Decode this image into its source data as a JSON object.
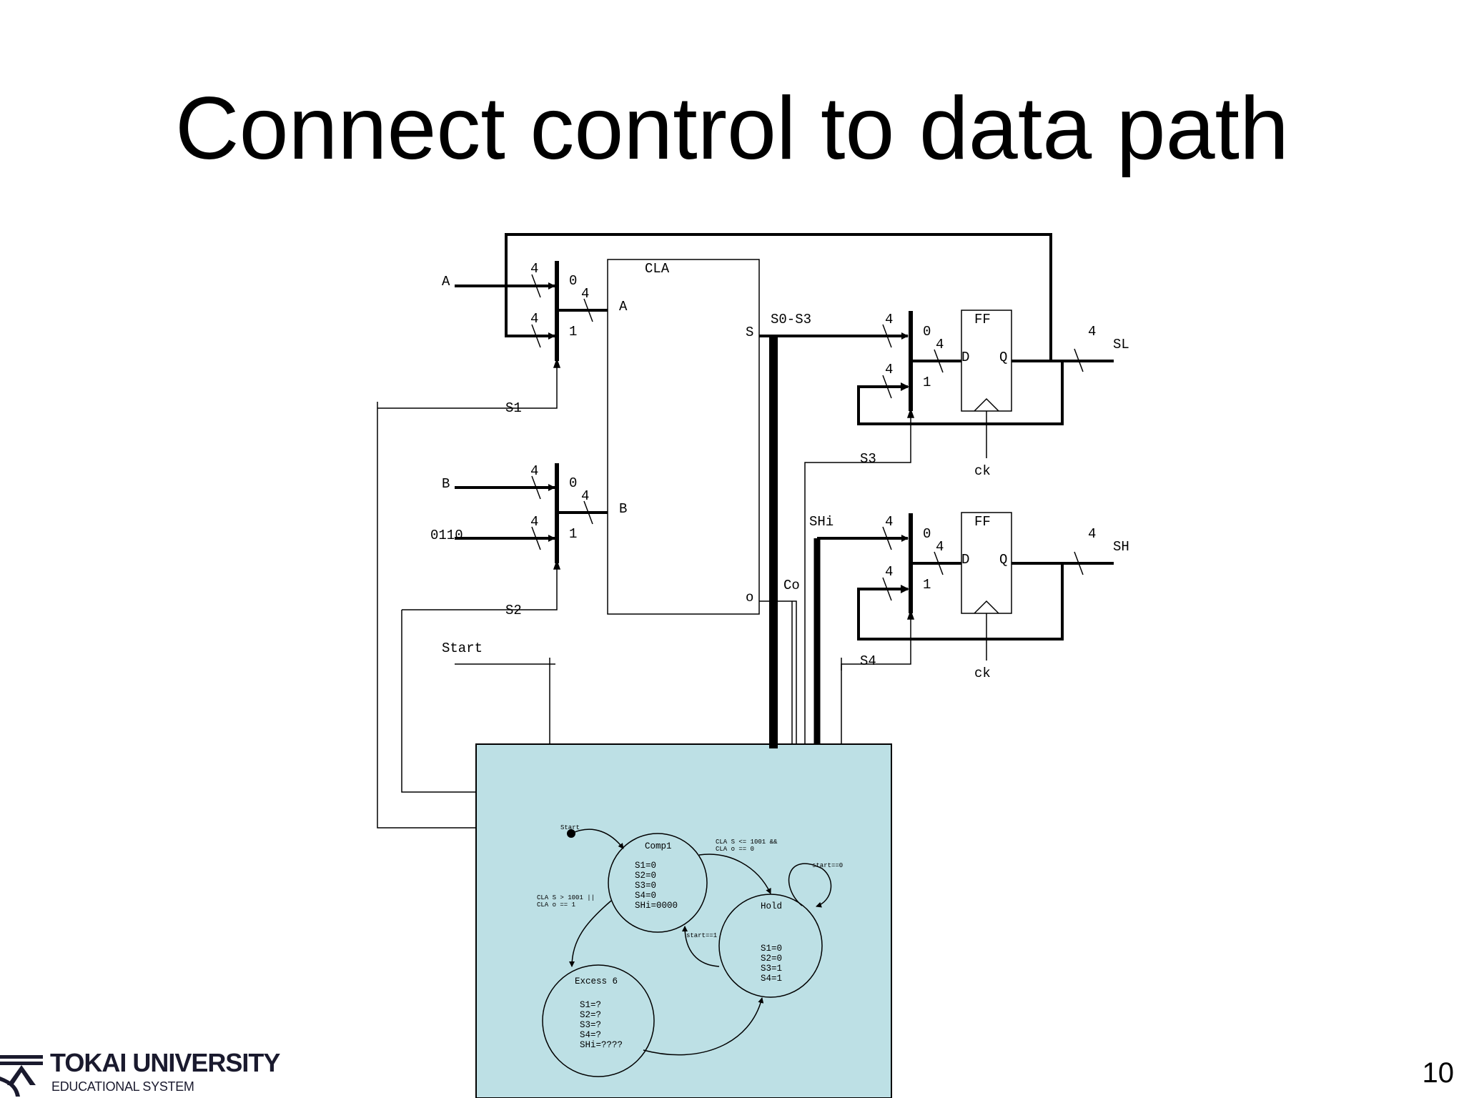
{
  "slide": {
    "title": "Connect control to data path",
    "page_number": "10",
    "logo": {
      "main": "TOKAI UNIVERSITY",
      "sub": "EDUCATIONAL SYSTEM"
    }
  },
  "colors": {
    "fsm_panel": "#bde0e5",
    "line": "#000000",
    "logo_navy": "#1a1a2e"
  },
  "datapath": {
    "inputs": {
      "a": "A",
      "b": "B",
      "const": "0110",
      "start": "Start"
    },
    "cla": {
      "name": "CLA",
      "port_a": "A",
      "port_b": "B",
      "port_s": "S",
      "port_o": "o"
    },
    "bus_labels": {
      "s0_s3": "S0-S3",
      "co": "Co",
      "shi": "SHi"
    },
    "selects": {
      "s1": "S1",
      "s2": "S2",
      "s3": "S3",
      "s4": "S4"
    },
    "mux_inputs": {
      "zero": "0",
      "one": "1"
    },
    "bus_width": "4",
    "ff": {
      "name": "FF",
      "d": "D",
      "q": "Q",
      "clock": "ck"
    },
    "outputs": {
      "sl": "SL",
      "sh": "SH"
    }
  },
  "fsm": {
    "start_label": "Start",
    "states": [
      {
        "name": "Comp1",
        "lines": [
          "S1=0",
          "S2=0",
          "S3=0",
          "S4=0",
          "SHi=0000"
        ]
      },
      {
        "name": "Hold",
        "lines": [
          "S1=0",
          "S2=0",
          "S3=1",
          "S4=1"
        ]
      },
      {
        "name": "Excess 6",
        "lines": [
          "S1=?",
          "S2=?",
          "S3=?",
          "S4=?",
          "SHi=????"
        ]
      }
    ],
    "transitions": {
      "comp_to_hold": [
        "CLA S <= 1001 &&",
        "CLA o == 0"
      ],
      "comp_to_excess": [
        "CLA S > 1001 ||",
        "CLA o == 1"
      ],
      "hold_self": "start==0",
      "hold_to_comp": "start==1"
    }
  }
}
